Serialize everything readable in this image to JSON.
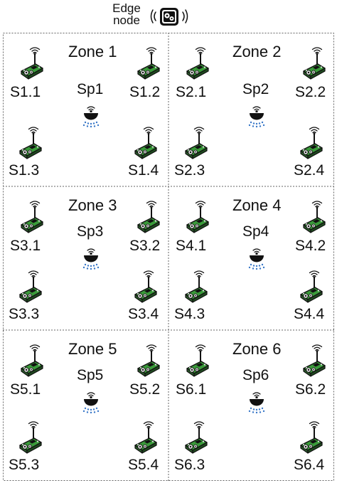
{
  "edge_node": {
    "label_line1": "Edge",
    "label_line2": "node",
    "icon": "edge-gateway-icon"
  },
  "zones": [
    {
      "title": "Zone 1",
      "sprinkler": "Sp1",
      "sensors": [
        "S1.1",
        "S1.2",
        "S1.3",
        "S1.4"
      ]
    },
    {
      "title": "Zone 2",
      "sprinkler": "Sp2",
      "sensors": [
        "S2.1",
        "S2.2",
        "S2.3",
        "S2.4"
      ]
    },
    {
      "title": "Zone 3",
      "sprinkler": "Sp3",
      "sensors": [
        "S3.1",
        "S3.2",
        "S3.3",
        "S3.4"
      ]
    },
    {
      "title": "Zone 4",
      "sprinkler": "Sp4",
      "sensors": [
        "S4.1",
        "S4.2",
        "S4.3",
        "S4.4"
      ]
    },
    {
      "title": "Zone 5",
      "sprinkler": "Sp5",
      "sensors": [
        "S5.1",
        "S5.2",
        "S5.3",
        "S5.4"
      ]
    },
    {
      "title": "Zone 6",
      "sprinkler": "Sp6",
      "sensors": [
        "S6.1",
        "S6.2",
        "S6.3",
        "S6.4"
      ]
    }
  ],
  "icons": {
    "sensor": "wireless-sensor-board-icon",
    "sprinkler": "sprinkler-icon",
    "board_color": "#3a9a3a",
    "water_color": "#3a78c8"
  }
}
